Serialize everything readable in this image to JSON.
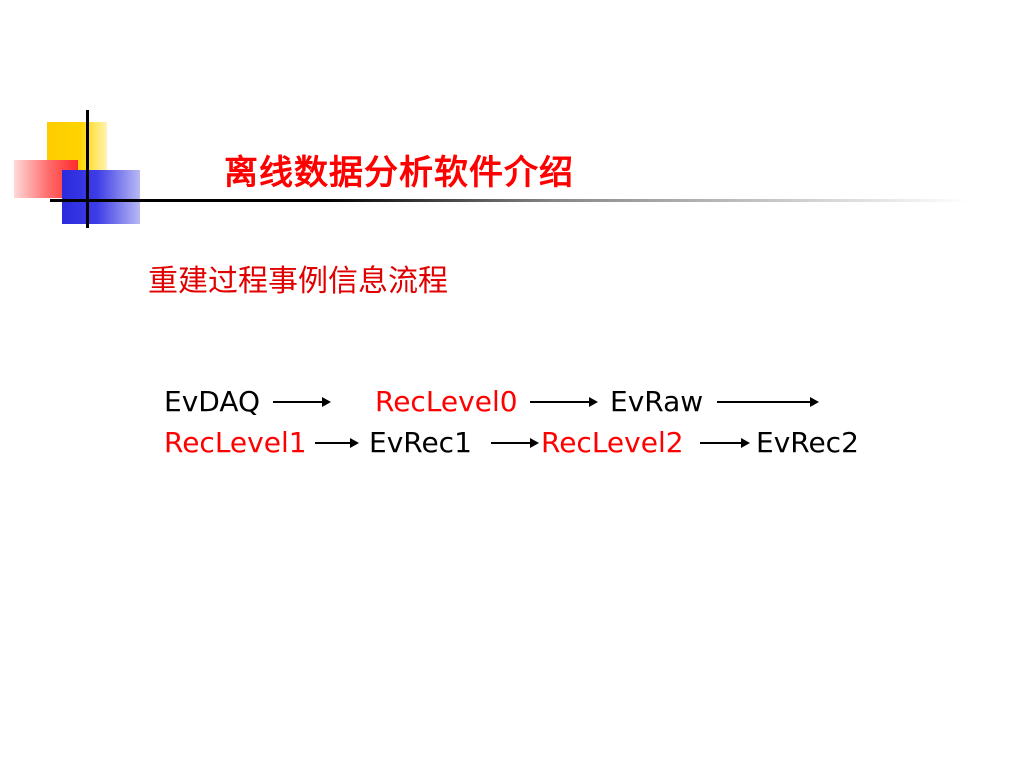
{
  "slide": {
    "title": "离线数据分析软件介绍",
    "subtitle": "重建过程事例信息流程"
  },
  "flow": {
    "row1": [
      "EvDAQ",
      "RecLevel0",
      "EvRaw"
    ],
    "row2": [
      "RecLevel1",
      "EvRec1",
      "RecLevel2",
      "EvRec2"
    ]
  },
  "colors": {
    "title": "#ff0000",
    "algorithm_step": "#ff0000",
    "data_object": "#000000",
    "deco_yellow": "#ffcc00",
    "deco_red": "#ff2a2a",
    "deco_blue": "#2b2bdd"
  },
  "icons": [
    "arrow-right-icon"
  ]
}
